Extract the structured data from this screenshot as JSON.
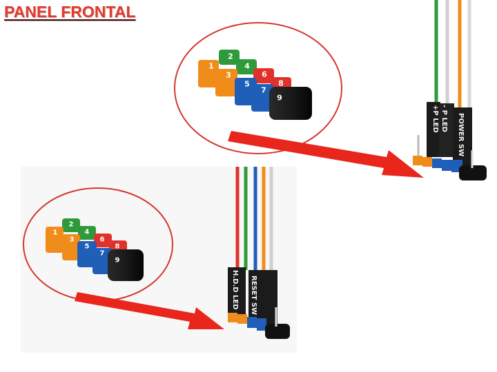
{
  "title": "PANEL FRONTAL",
  "colors": {
    "green": "#2f9a3a",
    "orange": "#f08c1a",
    "red": "#e0322d",
    "blue": "#1f5fb8",
    "black": "#111111",
    "arrow": "#e8261c",
    "circle": "#d3372d"
  },
  "pins": [
    "1",
    "2",
    "3",
    "4",
    "5",
    "6",
    "7",
    "8",
    "9"
  ],
  "top_diagram": {
    "connectors": [
      {
        "label": "+P  LED",
        "label_line2": ""
      },
      {
        "label": "- P  LED",
        "label_line2": ""
      },
      {
        "label": "POWER SW",
        "label_line2": ""
      }
    ]
  },
  "bottom_diagram": {
    "connectors": [
      {
        "label": "H.D.D LED"
      },
      {
        "label": "RESET SW"
      }
    ]
  }
}
